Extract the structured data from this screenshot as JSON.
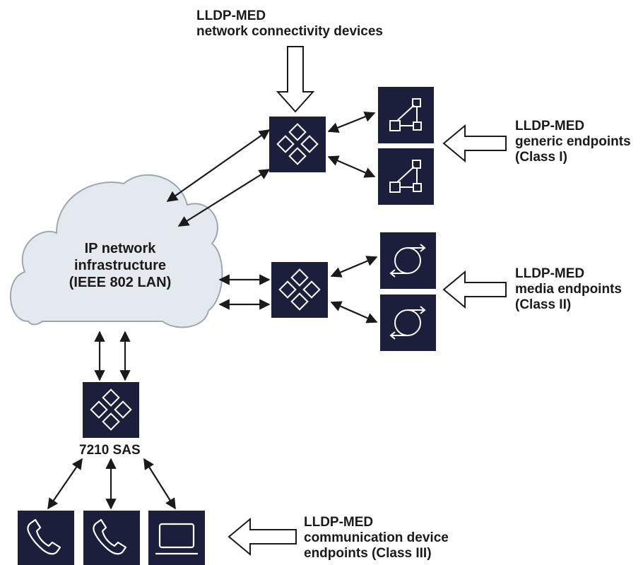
{
  "labels": {
    "network_devices": [
      "LLDP-MED",
      "network connectivity devices"
    ],
    "generic_endpoints": [
      "LLDP-MED",
      "generic endpoints",
      "(Class I)"
    ],
    "media_endpoints": [
      "LLDP-MED",
      "media endpoints",
      "(Class II)"
    ],
    "comm_endpoints": [
      "LLDP-MED",
      "communication device",
      "endpoints (Class III)"
    ],
    "cloud": [
      "IP network",
      "infrastructure",
      "(IEEE 802 LAN)"
    ],
    "sas": "7210 SAS"
  },
  "colors": {
    "node_fill": "#1b1f3b",
    "cloud_fill": "#e3e9ef",
    "cloud_stroke": "#9ea7b0",
    "line": "#1a1a1a"
  },
  "icons": {
    "switch": "switch-diamond-icon",
    "generic": "generic-endpoint-icon",
    "media": "media-endpoint-icon",
    "phone": "phone-icon",
    "laptop": "laptop-icon"
  }
}
